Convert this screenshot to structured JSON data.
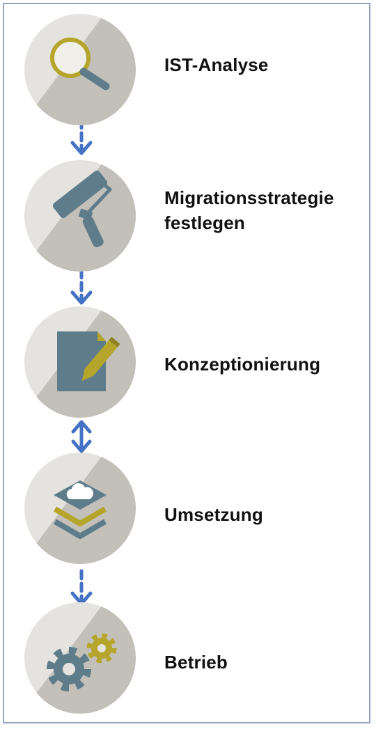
{
  "steps": [
    {
      "label_lines": [
        "IST-Analyse"
      ],
      "icon": "magnifier-icon"
    },
    {
      "label_lines": [
        "Migrationsstrategie",
        "festlegen"
      ],
      "icon": "paint-roller-icon"
    },
    {
      "label_lines": [
        "Konzeptionierung"
      ],
      "icon": "document-pencil-icon"
    },
    {
      "label_lines": [
        "Umsetzung"
      ],
      "icon": "layers-cloud-icon"
    },
    {
      "label_lines": [
        "Betrieb"
      ],
      "icon": "gears-icon"
    }
  ],
  "connectors": [
    {
      "from": 0,
      "to": 1,
      "direction": "down"
    },
    {
      "from": 1,
      "to": 2,
      "direction": "down"
    },
    {
      "from": 2,
      "to": 3,
      "direction": "both"
    },
    {
      "from": 3,
      "to": 4,
      "direction": "down"
    }
  ],
  "colors": {
    "circle_light": "#e5e3df",
    "circle_dark": "#c3c0ba",
    "icon_slate": "#5f7c8a",
    "icon_olive": "#b5a52a",
    "arrow_blue": "#4472c4",
    "frame_border": "#8fa5be"
  }
}
